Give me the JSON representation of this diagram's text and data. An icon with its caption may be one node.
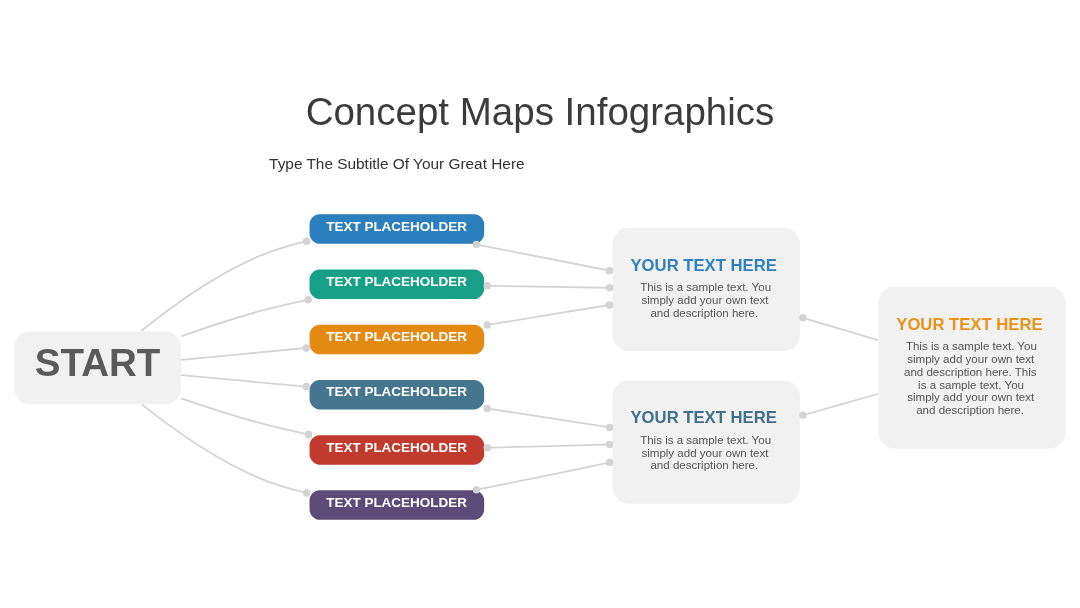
{
  "diagram": {
    "title": "Concept Maps Infographics",
    "nodes": [
      {
        "text": [
          "START"
        ]
      },
      {
        "text": [
          "TEXT PLACEHOLDER"
        ]
      },
      {
        "text": [
          "TEXT PLACEHOLDER"
        ]
      },
      {
        "text": [
          "TEXT PLACEHOLDER"
        ]
      },
      {
        "text": [
          "TEXT PLACEHOLDER"
        ]
      },
      {
        "text": [
          "TEXT PLACEHOLDER"
        ]
      },
      {
        "text": [
          "TEXT PLACEHOLDER"
        ]
      },
      {
        "text": [
          "YOUR TEXT HERE",
          "This is a sample text. You simply add your own text and description here."
        ]
      },
      {
        "text": [
          "YOUR TEXT HERE",
          "This is a sample text. You simply add your own text and description here."
        ]
      },
      {
        "text": [
          "YOUR TEXT HERE",
          "This is a sample text. You simply add your own text and description here. This is a sample text. You simply add your own text and description here."
        ]
      }
    ],
    "edges": [
      {
        "from": 0,
        "to": 1,
        "arrow": "other"
      },
      {
        "from": 0,
        "to": 2,
        "arrow": "other"
      },
      {
        "from": 0,
        "to": 3,
        "arrow": "other"
      },
      {
        "from": 0,
        "to": 4,
        "arrow": "other"
      },
      {
        "from": 0,
        "to": 5,
        "arrow": "other"
      },
      {
        "from": 0,
        "to": 6,
        "arrow": "other"
      },
      {
        "from": 1,
        "to": 7,
        "arrow": "other"
      },
      {
        "from": 2,
        "to": 7,
        "arrow": "other"
      },
      {
        "from": 3,
        "to": 7,
        "arrow": "other"
      },
      {
        "from": 4,
        "to": 8,
        "arrow": "other"
      },
      {
        "from": 5,
        "to": 8,
        "arrow": "other"
      },
      {
        "from": 6,
        "to": 8,
        "arrow": "other"
      },
      {
        "from": 7,
        "to": 9,
        "arrow": "other"
      },
      {
        "from": 8,
        "to": 9,
        "arrow": "other"
      }
    ],
    "labels": [
      "Type The Subtitle Of Your Great Here"
    ]
  }
}
